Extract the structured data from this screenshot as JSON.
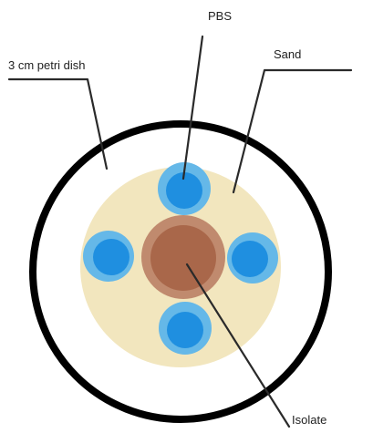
{
  "labels": {
    "pbs": "PBS",
    "petri_dish": "3 cm petri dish",
    "sand": "Sand",
    "isolate": "Isolate"
  },
  "colors": {
    "dish_outline": "#000000",
    "sand_fill": "#f2e6be",
    "pbs_outer": "#65b8e8",
    "pbs_inner": "#1f8fe0",
    "isolate_outer": "#c08a6e",
    "isolate_inner": "#a9674a",
    "leader_line": "#2a2a2a"
  },
  "wells": [
    "top",
    "left",
    "right",
    "bottom"
  ]
}
